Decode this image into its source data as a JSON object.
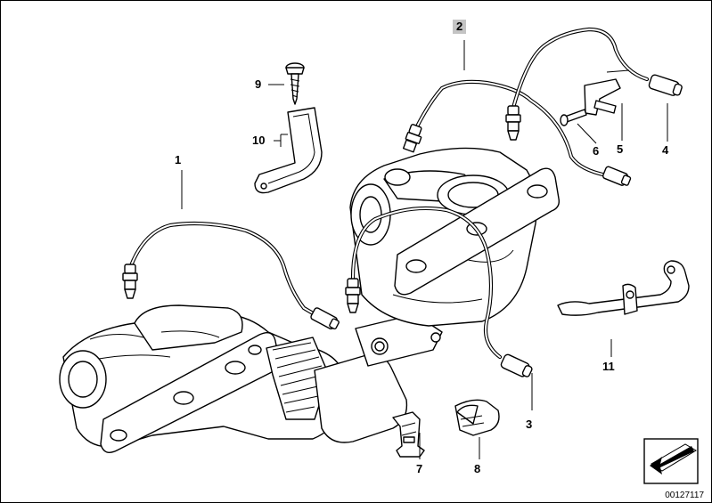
{
  "diagram": {
    "highlight_color": "#c4c4c4",
    "drawing_number": "00127117",
    "callouts": [
      {
        "id": "1",
        "label": "1"
      },
      {
        "id": "2",
        "label": "2",
        "highlighted": true
      },
      {
        "id": "3",
        "label": "3"
      },
      {
        "id": "4",
        "label": "4"
      },
      {
        "id": "5",
        "label": "5"
      },
      {
        "id": "6",
        "label": "6"
      },
      {
        "id": "7",
        "label": "7"
      },
      {
        "id": "8",
        "label": "8"
      },
      {
        "id": "9",
        "label": "9"
      },
      {
        "id": "10",
        "label": "10"
      },
      {
        "id": "11",
        "label": "11"
      }
    ],
    "icons": {
      "navigation": "arrow-return-icon"
    }
  }
}
